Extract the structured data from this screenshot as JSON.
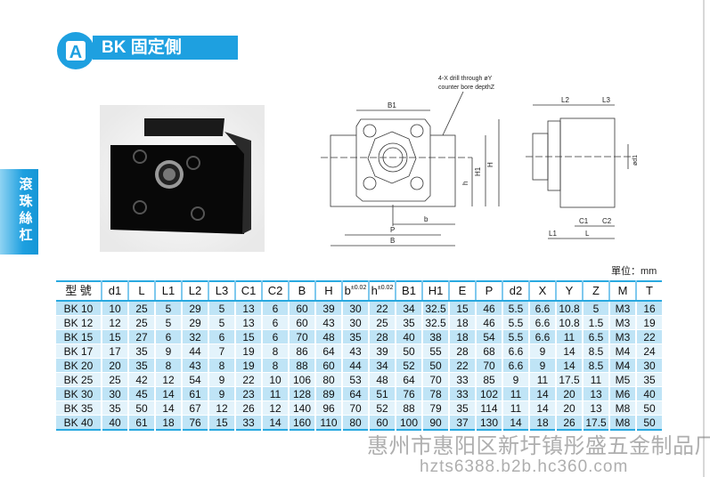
{
  "header": {
    "title": "BK 固定側",
    "logo_letter": "A"
  },
  "sidetab": {
    "label": "滾珠絲杠"
  },
  "drawing_front": {
    "note_line1": "4-X drill through øY",
    "note_line2": "counter bore depthZ",
    "labels": {
      "B1": "B1",
      "H": "H",
      "H1": "H1",
      "h": "h",
      "b": "b",
      "P": "P",
      "B": "B"
    }
  },
  "drawing_side": {
    "labels": {
      "L2": "L2",
      "L3": "L3",
      "d1": "ød1",
      "C1": "C1",
      "C2": "C2",
      "L1": "L1",
      "L": "L"
    }
  },
  "unit_label": "單位：mm",
  "table": {
    "headers": [
      "型 號",
      "d1",
      "L",
      "L1",
      "L2",
      "L3",
      "C1",
      "C2",
      "B",
      "H",
      "b",
      "h",
      "B1",
      "H1",
      "E",
      "P",
      "d2",
      "X",
      "Y",
      "Z",
      "M",
      "T"
    ],
    "tolerance": "±0.02",
    "rows": [
      [
        "BK 10",
        "10",
        "25",
        "5",
        "29",
        "5",
        "13",
        "6",
        "60",
        "39",
        "30",
        "22",
        "34",
        "32.5",
        "15",
        "46",
        "5.5",
        "6.6",
        "10.8",
        "5",
        "M3",
        "16"
      ],
      [
        "BK 12",
        "12",
        "25",
        "5",
        "29",
        "5",
        "13",
        "6",
        "60",
        "43",
        "30",
        "25",
        "35",
        "32.5",
        "18",
        "46",
        "5.5",
        "6.6",
        "10.8",
        "1.5",
        "M3",
        "19"
      ],
      [
        "BK 15",
        "15",
        "27",
        "6",
        "32",
        "6",
        "15",
        "6",
        "70",
        "48",
        "35",
        "28",
        "40",
        "38",
        "18",
        "54",
        "5.5",
        "6.6",
        "11",
        "6.5",
        "M3",
        "22"
      ],
      [
        "BK 17",
        "17",
        "35",
        "9",
        "44",
        "7",
        "19",
        "8",
        "86",
        "64",
        "43",
        "39",
        "50",
        "55",
        "28",
        "68",
        "6.6",
        "9",
        "14",
        "8.5",
        "M4",
        "24"
      ],
      [
        "BK 20",
        "20",
        "35",
        "8",
        "43",
        "8",
        "19",
        "8",
        "88",
        "60",
        "44",
        "34",
        "52",
        "50",
        "22",
        "70",
        "6.6",
        "9",
        "14",
        "8.5",
        "M4",
        "30"
      ],
      [
        "BK 25",
        "25",
        "42",
        "12",
        "54",
        "9",
        "22",
        "10",
        "106",
        "80",
        "53",
        "48",
        "64",
        "70",
        "33",
        "85",
        "9",
        "11",
        "17.5",
        "11",
        "M5",
        "35"
      ],
      [
        "BK 30",
        "30",
        "45",
        "14",
        "61",
        "9",
        "23",
        "11",
        "128",
        "89",
        "64",
        "51",
        "76",
        "78",
        "33",
        "102",
        "11",
        "14",
        "20",
        "13",
        "M6",
        "40"
      ],
      [
        "BK 35",
        "35",
        "50",
        "14",
        "67",
        "12",
        "26",
        "12",
        "140",
        "96",
        "70",
        "52",
        "88",
        "79",
        "35",
        "114",
        "11",
        "14",
        "20",
        "13",
        "M8",
        "50"
      ],
      [
        "BK 40",
        "40",
        "61",
        "18",
        "76",
        "15",
        "33",
        "14",
        "160",
        "110",
        "80",
        "60",
        "100",
        "90",
        "37",
        "130",
        "14",
        "18",
        "26",
        "17.5",
        "M8",
        "50"
      ]
    ]
  },
  "watermark": {
    "company": "惠州市惠阳区新圩镇彤盛五金制品厂",
    "url": "hzts6388.b2b.hc360.com"
  },
  "colors": {
    "brand": "#1ea0e0",
    "row_dark": "#bfe4f6",
    "row_light": "#e3f3fb"
  }
}
